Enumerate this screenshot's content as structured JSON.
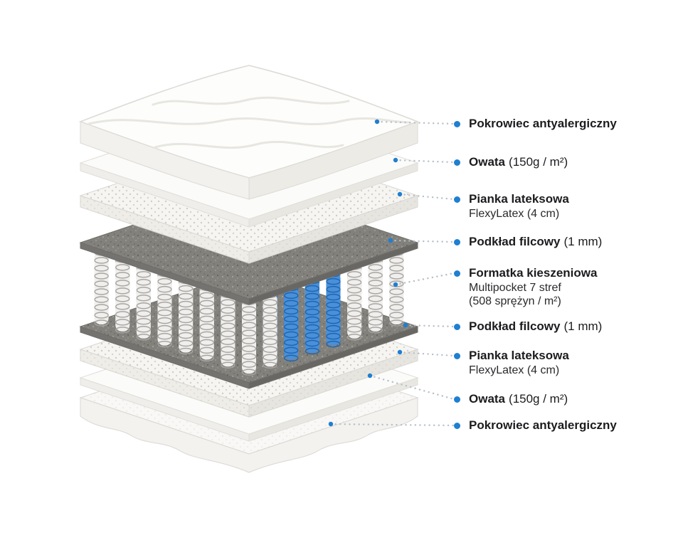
{
  "diagram": {
    "type": "exploded-layer-diagram",
    "subject": "mattress-cross-section",
    "labels": [
      {
        "name": "Pokrowiec antyalergiczny",
        "detail": ""
      },
      {
        "name": "Owata",
        "detail": "(150g / m²)"
      },
      {
        "name": "Pianka lateksowa",
        "detail": "",
        "sub1": "FlexyLatex (4 cm)"
      },
      {
        "name": "Podkład filcowy",
        "detail": "(1 mm)"
      },
      {
        "name": "Formatka kieszeniowa",
        "detail": "",
        "sub1": "Multipocket 7 stref",
        "sub2": "(508 sprężyn / m²)"
      },
      {
        "name": "Podkład filcowy",
        "detail": "(1 mm)"
      },
      {
        "name": "Pianka lateksowa",
        "detail": "",
        "sub1": "FlexyLatex (4 cm)"
      },
      {
        "name": "Owata",
        "detail": "(150g / m²)"
      },
      {
        "name": "Pokrowiec antyalergiczny",
        "detail": ""
      }
    ],
    "colors": {
      "accent_blue": "#1f7fd1",
      "leader_gray": "#b7c0c8",
      "text_dark": "#1c1c1f",
      "spring_blue": "#1d66b2",
      "spring_blue_fill": "#4a90d9",
      "spring_gray": "#a8a5a1",
      "spring_gray_fill": "#f0efed"
    }
  }
}
